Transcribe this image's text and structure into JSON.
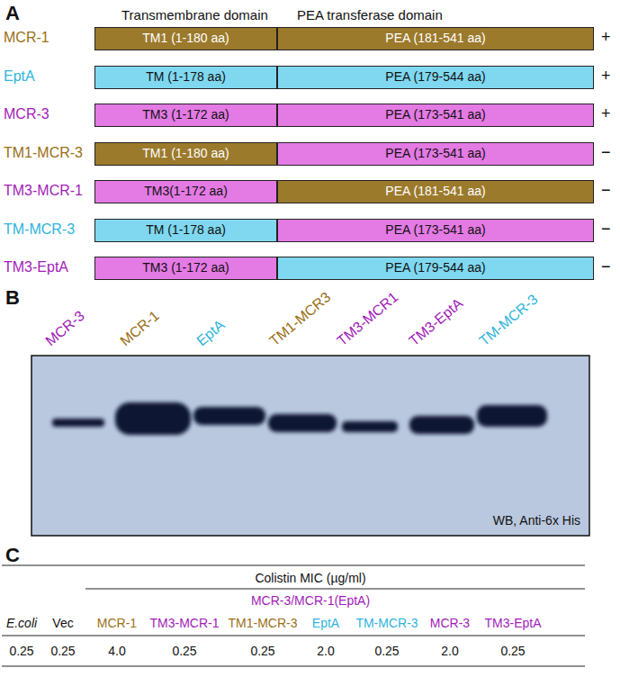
{
  "diagram": {
    "nodes": [
      {
        "text": [
          "TM1 (1-180 aa)"
        ]
      },
      {
        "text": [
          "PEA (181-541 aa)"
        ]
      },
      {
        "text": [
          "TM (1-178 aa)"
        ]
      },
      {
        "text": [
          "PEA (179-544 aa)"
        ]
      },
      {
        "text": [
          "TM3 (1-172 aa)"
        ]
      },
      {
        "text": [
          "PEA (173-541 aa)"
        ]
      },
      {
        "text": [
          "TM1 (1-180 aa)"
        ]
      },
      {
        "text": [
          "PEA (173-541 aa)"
        ]
      },
      {
        "text": [
          "TM3(1-172 aa)"
        ]
      },
      {
        "text": [
          "PEA (181-541 aa)"
        ]
      },
      {
        "text": [
          "TM (1-178 aa)"
        ]
      },
      {
        "text": [
          "PEA (173-541 aa)"
        ]
      },
      {
        "text": [
          "TM3 (1-172 aa)"
        ]
      },
      {
        "text": [
          "PEA (179-544 aa)"
        ]
      }
    ],
    "labels": [
      "A",
      "Transmembrane domain",
      "PEA transferase domain",
      "MCR-1",
      "EptA",
      "MCR-3",
      "TM1-MCR-3",
      "TM3-MCR-1",
      "TM-MCR-3",
      "TM3-EptA",
      "+",
      "+",
      "+",
      "−",
      "−",
      "−",
      "−",
      "B",
      "MCR-3",
      "MCR-1",
      "EptA",
      "TM1-MCR3",
      "TM3-MCR1",
      "TM3-EptA",
      "TM-MCR-3",
      "WB, Anti-6x His",
      "C",
      "Colistin MIC (µg/ml)",
      "E.coli",
      "Vec",
      "MCR-3/MCR-1(EptA)",
      "MCR-1",
      "TM3-MCR-1",
      "TM1-MCR-3",
      "EptA",
      "TM-MCR-3",
      "MCR-3",
      "TM3-EptA",
      "0.25",
      "0.25",
      "4.0",
      "0.25",
      "0.25",
      "2.0",
      "0.25",
      "2.0",
      "0.25"
    ]
  }
}
